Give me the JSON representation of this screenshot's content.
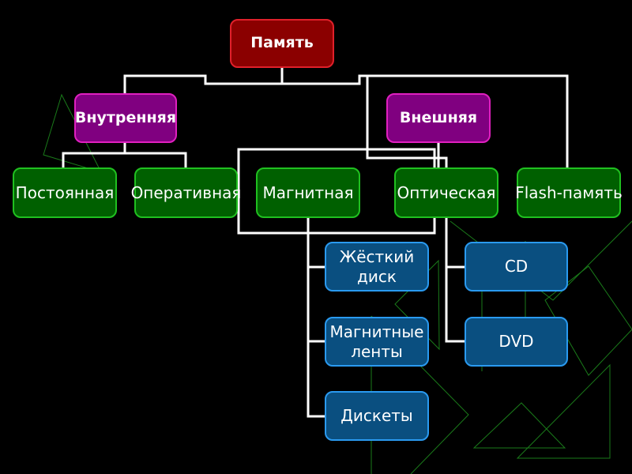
{
  "root": {
    "label": "Память"
  },
  "level1": [
    {
      "label": "Внутренняя"
    },
    {
      "label": "Внешняя"
    }
  ],
  "level2": [
    {
      "label": "Постоянная"
    },
    {
      "label": "Оперативная"
    },
    {
      "label": "Магнитная"
    },
    {
      "label": "Оптическая"
    },
    {
      "label": "Flash-память"
    }
  ],
  "magnetic": [
    {
      "label": "Жёсткий диск"
    },
    {
      "label": "Магнитные ленты"
    },
    {
      "label": "Дискеты"
    }
  ],
  "optical": [
    {
      "label": "CD"
    },
    {
      "label": "DVD"
    }
  ],
  "colors": {
    "root": "#8b0000",
    "level1": "#800080",
    "level2": "#006000",
    "level3": "#0a4f80",
    "connector": "#ffffff",
    "decor": "#1a7a1a"
  }
}
